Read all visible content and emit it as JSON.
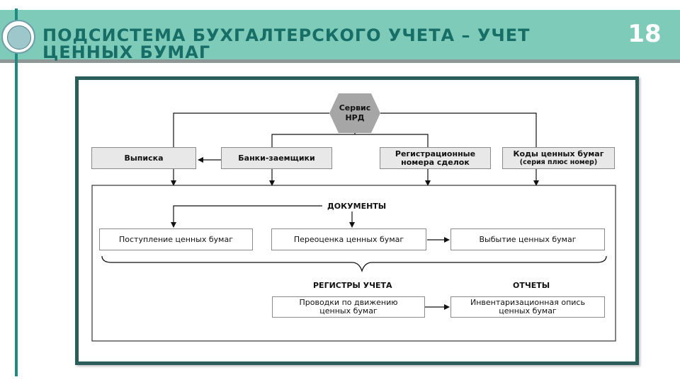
{
  "header": {
    "title_line1": "ПОДСИСТЕМА БУХГАЛТЕРСКОГО УЧЕТА – УЧЕТ",
    "title_line2": "ЦЕННЫХ БУМАГ",
    "page_number": "18"
  },
  "diagram": {
    "service": {
      "line1": "Сервис",
      "line2": "НРД"
    },
    "sources": {
      "extract": "Выписка",
      "banks": "Банки-заемщики",
      "reg_numbers": {
        "line1": "Регистрационные",
        "line2": "номера сделок"
      },
      "codes": {
        "line1": "Коды ценных бумаг",
        "line2": "(серия плюс номер)"
      }
    },
    "documents_label": "ДОКУМЕНТЫ",
    "documents": {
      "receipt": "Поступление ценных бумаг",
      "revaluation": "Переоценка ценных бумаг",
      "disposal": "Выбытие ценных бумаг"
    },
    "registers_label": "РЕГИСТРЫ УЧЕТА",
    "reports_label": "ОТЧЕТЫ",
    "registers": {
      "entries": {
        "line1": "Проводки по движению",
        "line2": "ценных бумаг"
      }
    },
    "reports": {
      "inventory": {
        "line1": "Инвентаризационная опись",
        "line2": "ценных бумаг"
      }
    }
  },
  "colors": {
    "header_bg": "#7fcbb9",
    "title_text": "#166e66",
    "frame_border": "#2b5d5a",
    "accent_line": "#1f8b80"
  }
}
